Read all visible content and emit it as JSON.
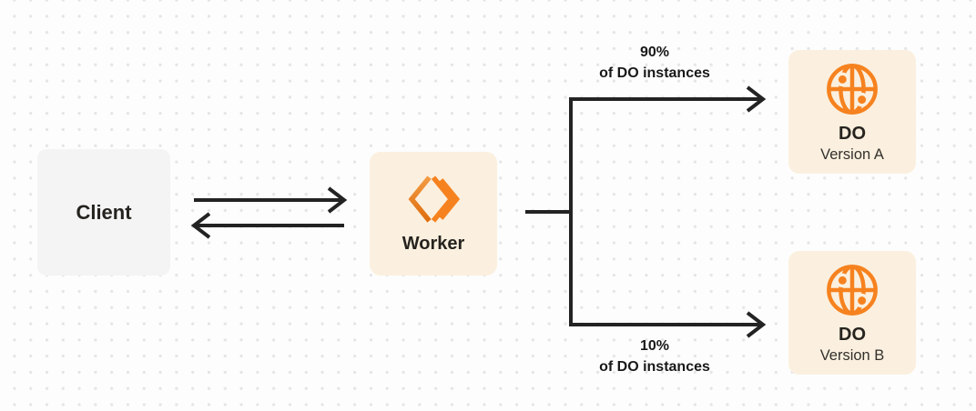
{
  "diagram": {
    "client": {
      "label": "Client"
    },
    "worker": {
      "label": "Worker"
    },
    "do_a": {
      "title": "DO",
      "version": "Version A"
    },
    "do_b": {
      "title": "DO",
      "version": "Version B"
    },
    "branch_top": {
      "percent": "90%",
      "caption": "of DO instances"
    },
    "branch_bottom": {
      "percent": "10%",
      "caption": "of DO instances"
    }
  },
  "colors": {
    "accent_orange": "#F6821F",
    "box_cream": "#FBF0DF",
    "box_gray": "#F4F4F5",
    "line_color": "#232323",
    "text_primary": "#26231F",
    "text_secondary": "#33302C",
    "dot_color": "#E5E5E8",
    "page_bg": "#FDFDFD"
  }
}
